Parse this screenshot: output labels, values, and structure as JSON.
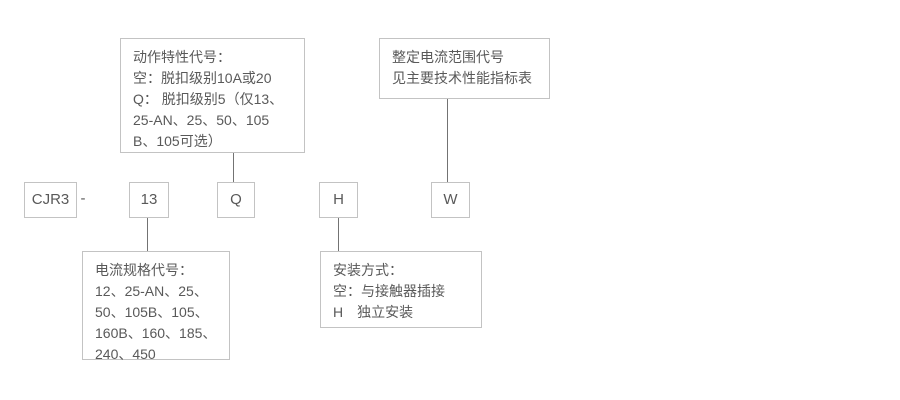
{
  "diagram": {
    "title_semantic": "CJR3 model designation explanation diagram",
    "model_prefix": "CJR3",
    "separator": "-",
    "code_boxes": [
      {
        "id": "current-spec-code",
        "label": "13"
      },
      {
        "id": "action-characteristic-code",
        "label": "Q"
      },
      {
        "id": "mounting-code",
        "label": "H"
      },
      {
        "id": "setting-current-code",
        "label": "W"
      }
    ],
    "callouts": {
      "action_characteristic": {
        "lines": [
          "动作特性代号：",
          "空：脱扣级别10A或20",
          "Q： 脱扣级别5（仅13、",
          "25-AN、25、50、105",
          "B、105可选）"
        ]
      },
      "setting_current_range": {
        "lines": [
          "整定电流范围代号",
          "见主要技术性能指标表"
        ]
      },
      "current_spec": {
        "lines": [
          "电流规格代号：",
          "12、25-AN、25、",
          "50、105B、105、",
          "160B、160、185、",
          "240、450"
        ]
      },
      "mounting": {
        "lines": [
          "安装方式：",
          "空：与接触器插接",
          "H　独立安装"
        ]
      }
    },
    "colors": {
      "background": "#ffffff",
      "box_border": "#c3c3c3",
      "connector_line": "#737373",
      "text": "#595959"
    }
  }
}
